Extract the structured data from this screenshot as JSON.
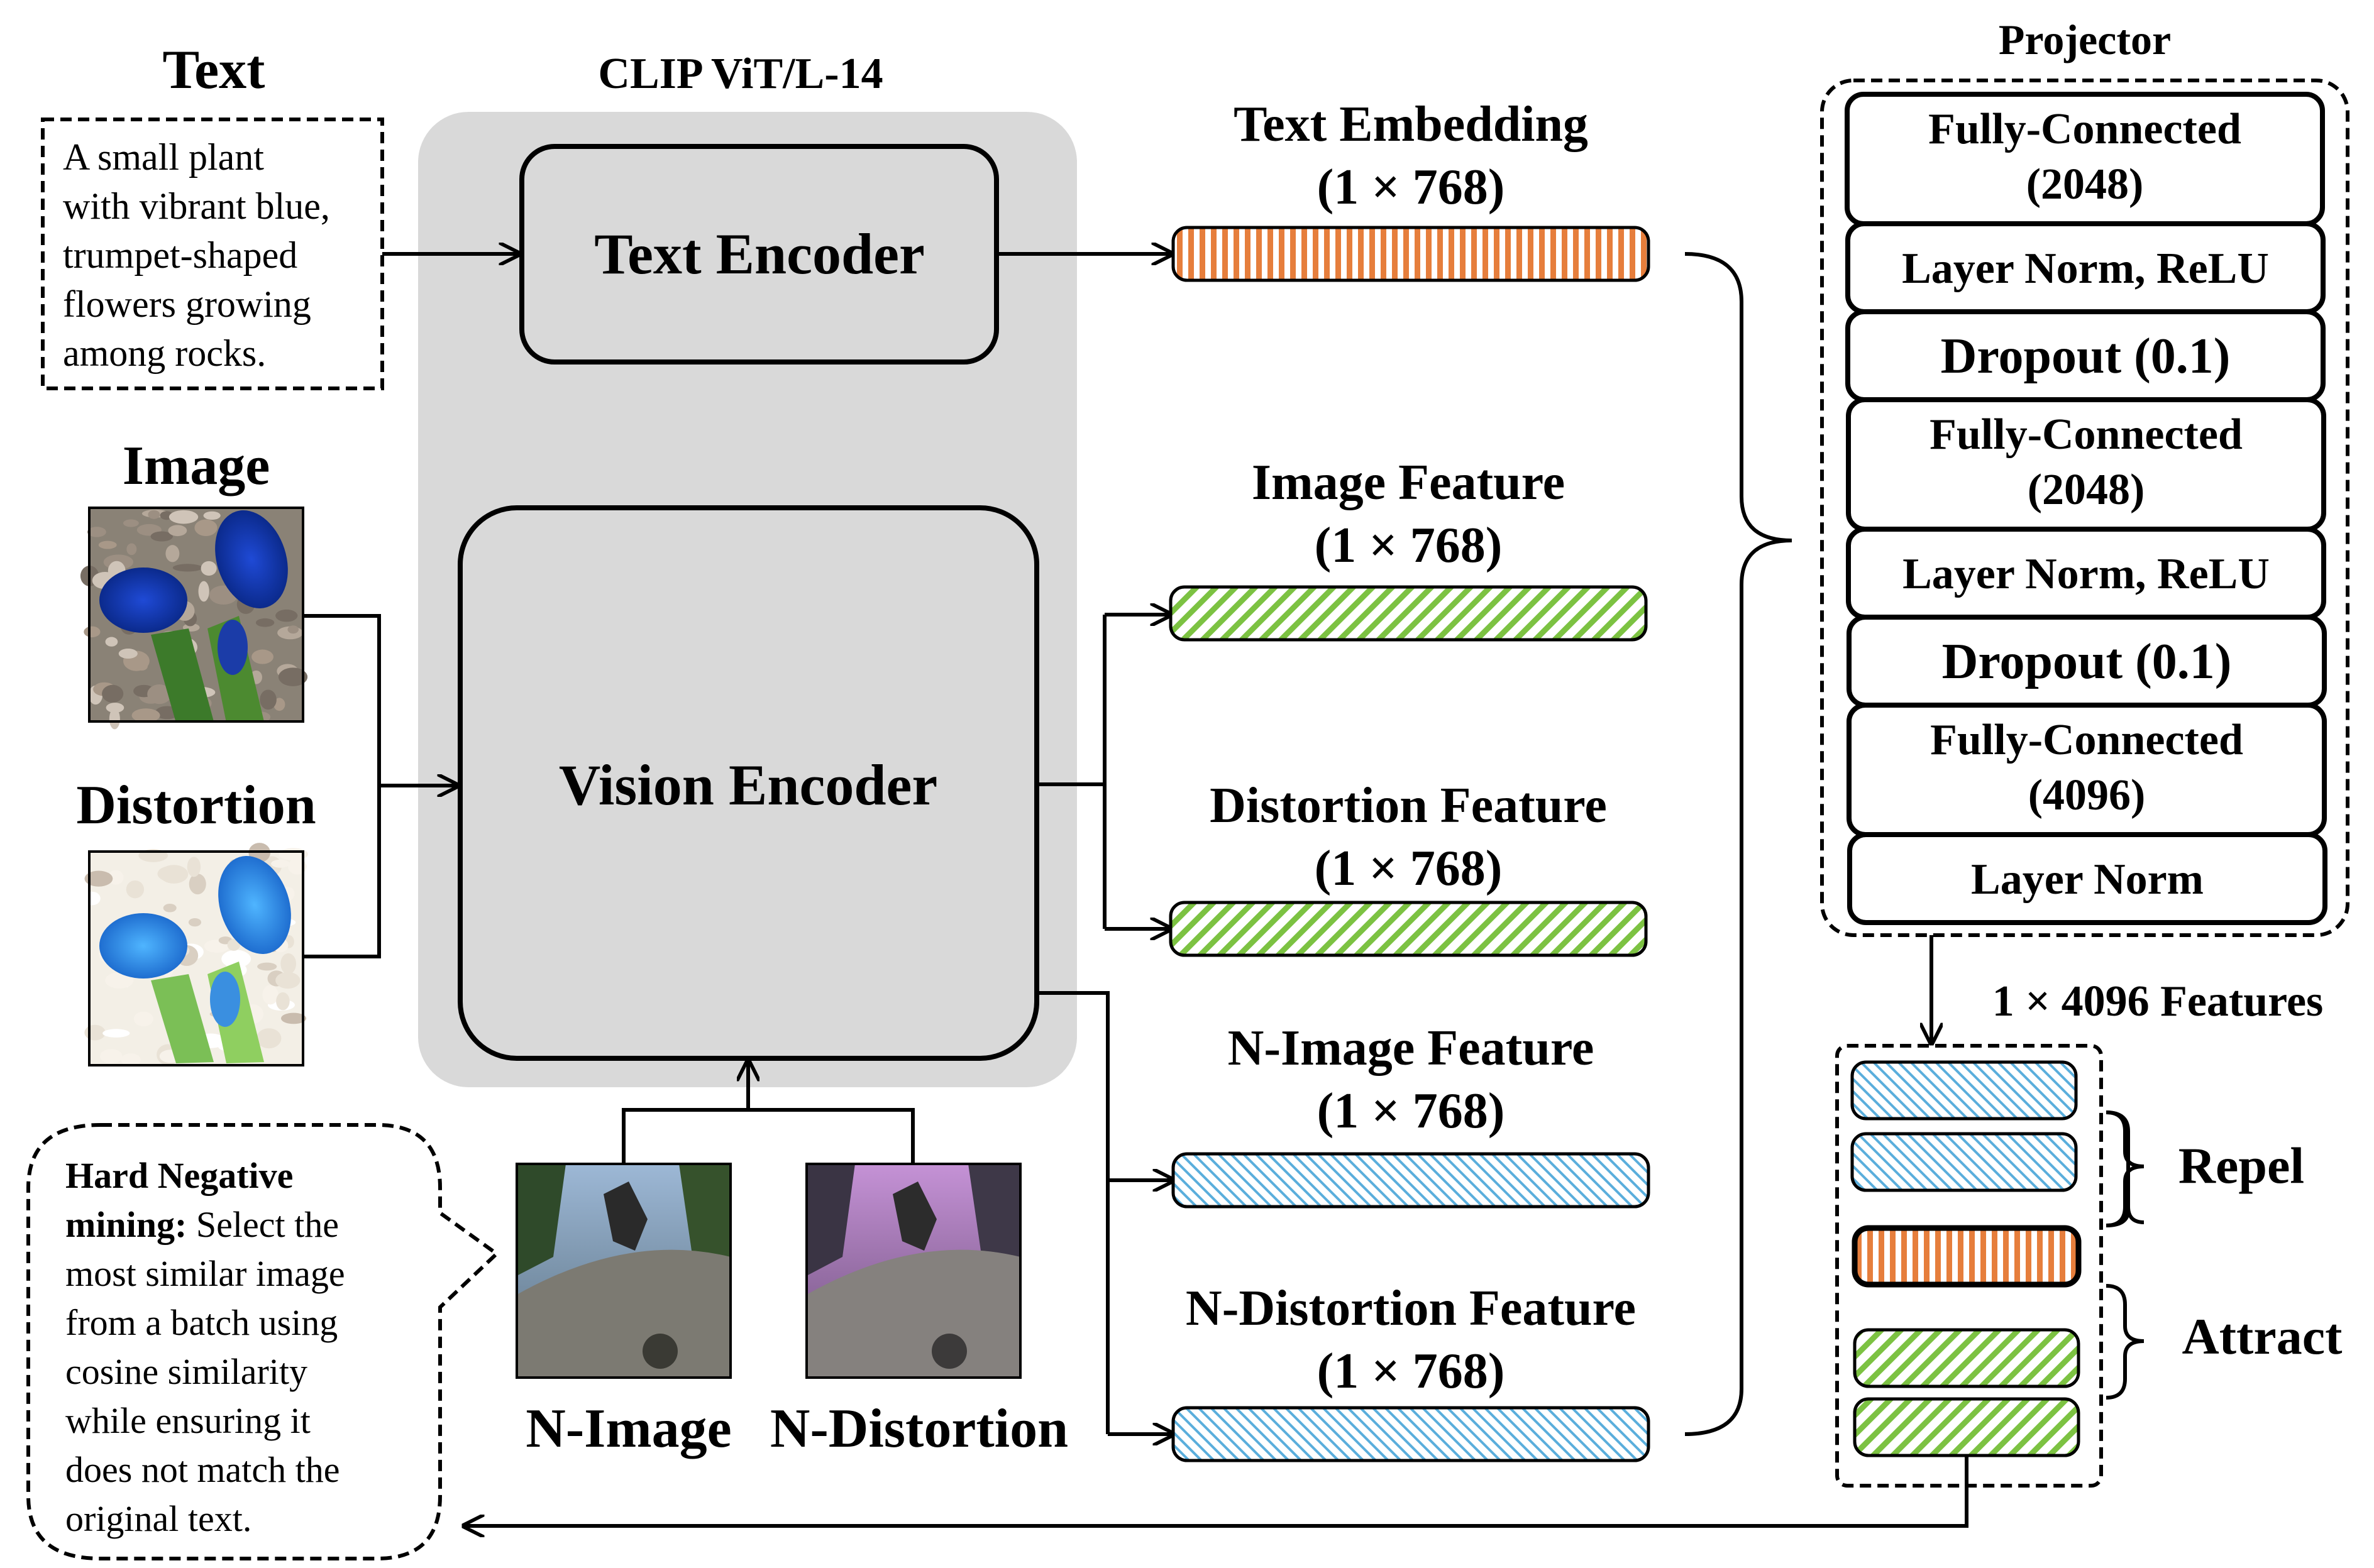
{
  "text_section": {
    "title": "Text",
    "caption_lines": [
      "A small plant",
      "with vibrant blue,",
      "trumpet-shaped",
      "flowers growing",
      "among rocks."
    ]
  },
  "clip": {
    "title": "CLIP ViT/L-14",
    "text_encoder": "Text Encoder",
    "vision_encoder": "Vision Encoder"
  },
  "inputs": {
    "image_label": "Image",
    "distortion_label": "Distortion",
    "n_image_label": "N-Image",
    "n_distortion_label": "N-Distortion"
  },
  "features": [
    {
      "id": "text",
      "title": "Text Embedding",
      "dim": "(1 × 768)",
      "pattern": "orange-vertical"
    },
    {
      "id": "image",
      "title": "Image Feature",
      "dim": "(1 × 768)",
      "pattern": "green-diagonal"
    },
    {
      "id": "distortion",
      "title": "Distortion Feature",
      "dim": "(1 × 768)",
      "pattern": "green-diagonal"
    },
    {
      "id": "n-image",
      "title": "N-Image Feature",
      "dim": "(1 × 768)",
      "pattern": "blue-diagonal"
    },
    {
      "id": "n-distortion",
      "title": "N-Distortion Feature",
      "dim": "(1 × 768)",
      "pattern": "blue-diagonal"
    }
  ],
  "projector": {
    "title": "Projector",
    "layers": [
      {
        "lines": [
          "Fully-Connected",
          "(2048)"
        ]
      },
      {
        "lines": [
          "Layer Norm, ReLU"
        ]
      },
      {
        "lines": [
          "Dropout (0.1)"
        ]
      },
      {
        "lines": [
          "Fully-Connected",
          "(2048)"
        ]
      },
      {
        "lines": [
          "Layer Norm, ReLU"
        ]
      },
      {
        "lines": [
          "Dropout (0.1)"
        ]
      },
      {
        "lines": [
          "Fully-Connected",
          "(4096)"
        ]
      },
      {
        "lines": [
          "Layer Norm"
        ]
      }
    ]
  },
  "output": {
    "features_label": "1 × 4096 Features",
    "repel": "Repel",
    "attract": "Attract"
  },
  "hard_negative": {
    "bold": "Hard Negative mining:",
    "lines": [
      {
        "bold": "Hard Negative",
        "rest": ""
      },
      {
        "bold": "mining:",
        "rest": " Select the"
      },
      {
        "bold": "",
        "rest": "most similar image"
      },
      {
        "bold": "",
        "rest": "from a batch using"
      },
      {
        "bold": "",
        "rest": "cosine similarity"
      },
      {
        "bold": "",
        "rest": "while ensuring it"
      },
      {
        "bold": "",
        "rest": "does not match the"
      },
      {
        "bold": "",
        "rest": "original text."
      }
    ]
  },
  "colors": {
    "orange": "#e67e3c",
    "green": "#7cc242",
    "blue": "#5aaedc",
    "clip_bg": "#d9d9d9",
    "line": "#000000"
  }
}
